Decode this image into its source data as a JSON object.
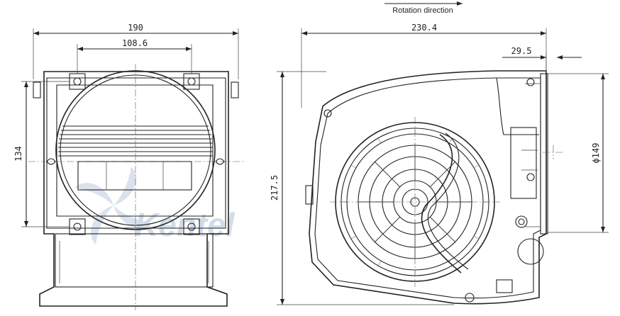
{
  "annotations": {
    "rotation_direction": "Rotation direction"
  },
  "dimensions": {
    "front_width": "190",
    "front_hole_spacing": "108.6",
    "front_height": "134",
    "side_width": "230.4",
    "side_offset": "29.5",
    "side_height": "217.5",
    "outlet_diameter": "ϕ149"
  },
  "watermark": {
    "brand": "Kentel"
  },
  "colors": {
    "line": "#222222",
    "watermark": "#c9d7e6"
  }
}
